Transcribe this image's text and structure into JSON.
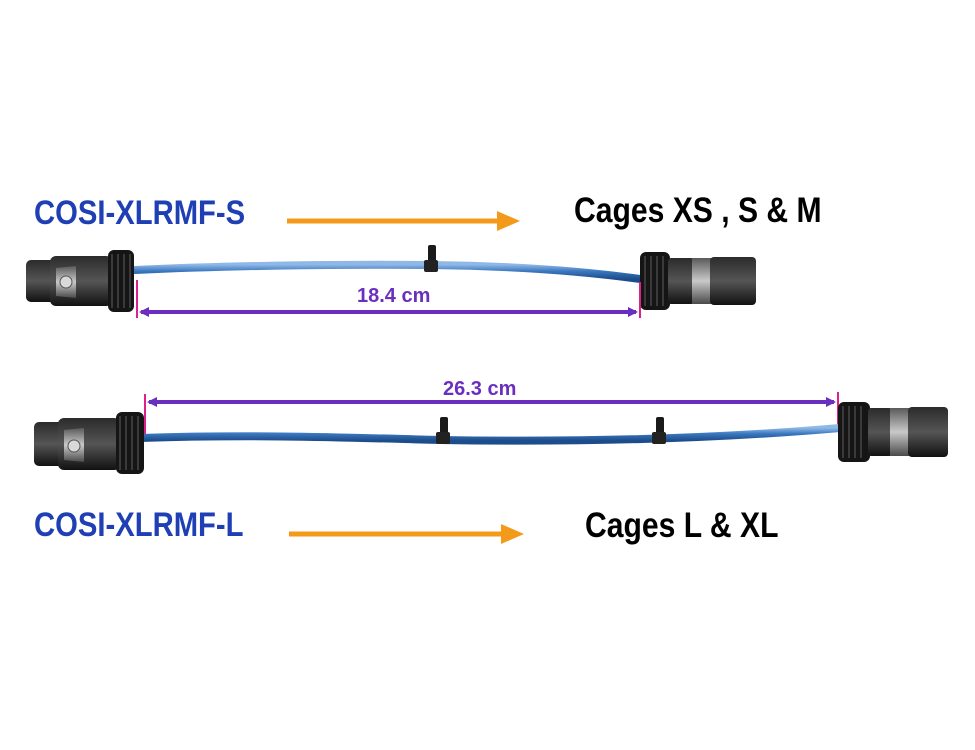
{
  "cables": [
    {
      "product_code": "COSI-XLRMF-S",
      "cages": "Cages XS , S & M",
      "length": "18.4 cm"
    },
    {
      "product_code": "COSI-XLRMF-L",
      "cages": "Cages L & XL",
      "length": "26.3 cm"
    }
  ],
  "colors": {
    "product_text": "#1f3fb5",
    "arrow": "#f39a1b",
    "cable": "#3b78c0",
    "dimension_line": "#6a2fbf",
    "end_tick": "#e0208a"
  },
  "icons": [
    "xlr-female-connector",
    "xlr-male-connector",
    "orange-arrow-icon",
    "dimension-arrow-icon"
  ]
}
